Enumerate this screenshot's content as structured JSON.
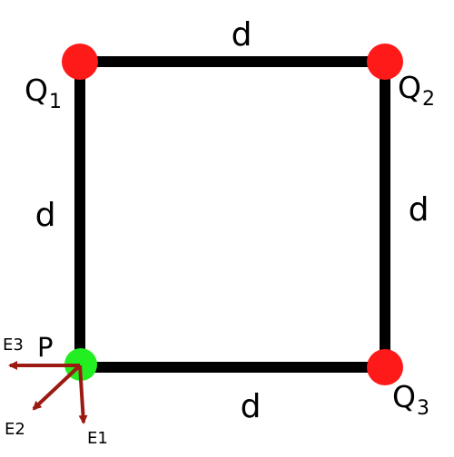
{
  "side_labels": {
    "top": "d",
    "right": "d",
    "bottom": "d",
    "left": "d"
  },
  "charges": {
    "q1": {
      "letter": "Q",
      "subscript": "1"
    },
    "q2": {
      "letter": "Q",
      "subscript": "2"
    },
    "q3": {
      "letter": "Q",
      "subscript": "3"
    }
  },
  "point": {
    "label": "P"
  },
  "vectors": {
    "e1": "E1",
    "e2": "E2",
    "e3": "E3"
  },
  "colors": {
    "square": "#000000",
    "charge": "#ff1a1a",
    "point": "#22ee22",
    "vector": "#9b1b13",
    "text": "#000000"
  }
}
